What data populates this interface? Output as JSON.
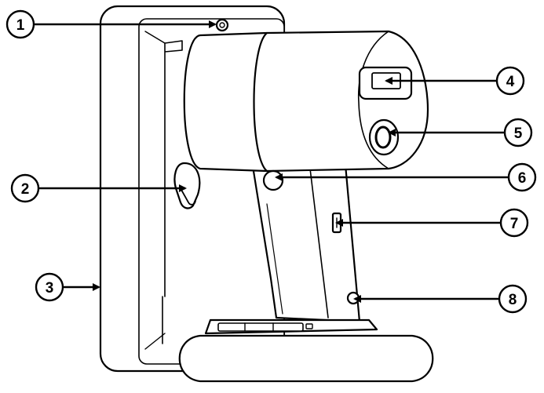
{
  "callouts": [
    {
      "number": "1"
    },
    {
      "number": "2"
    },
    {
      "number": "3"
    },
    {
      "number": "4"
    },
    {
      "number": "5"
    },
    {
      "number": "6"
    },
    {
      "number": "7"
    },
    {
      "number": "8"
    }
  ],
  "colors": {
    "stroke": "#000000",
    "fill": "#ffffff",
    "shade": "#e6e6e6"
  }
}
